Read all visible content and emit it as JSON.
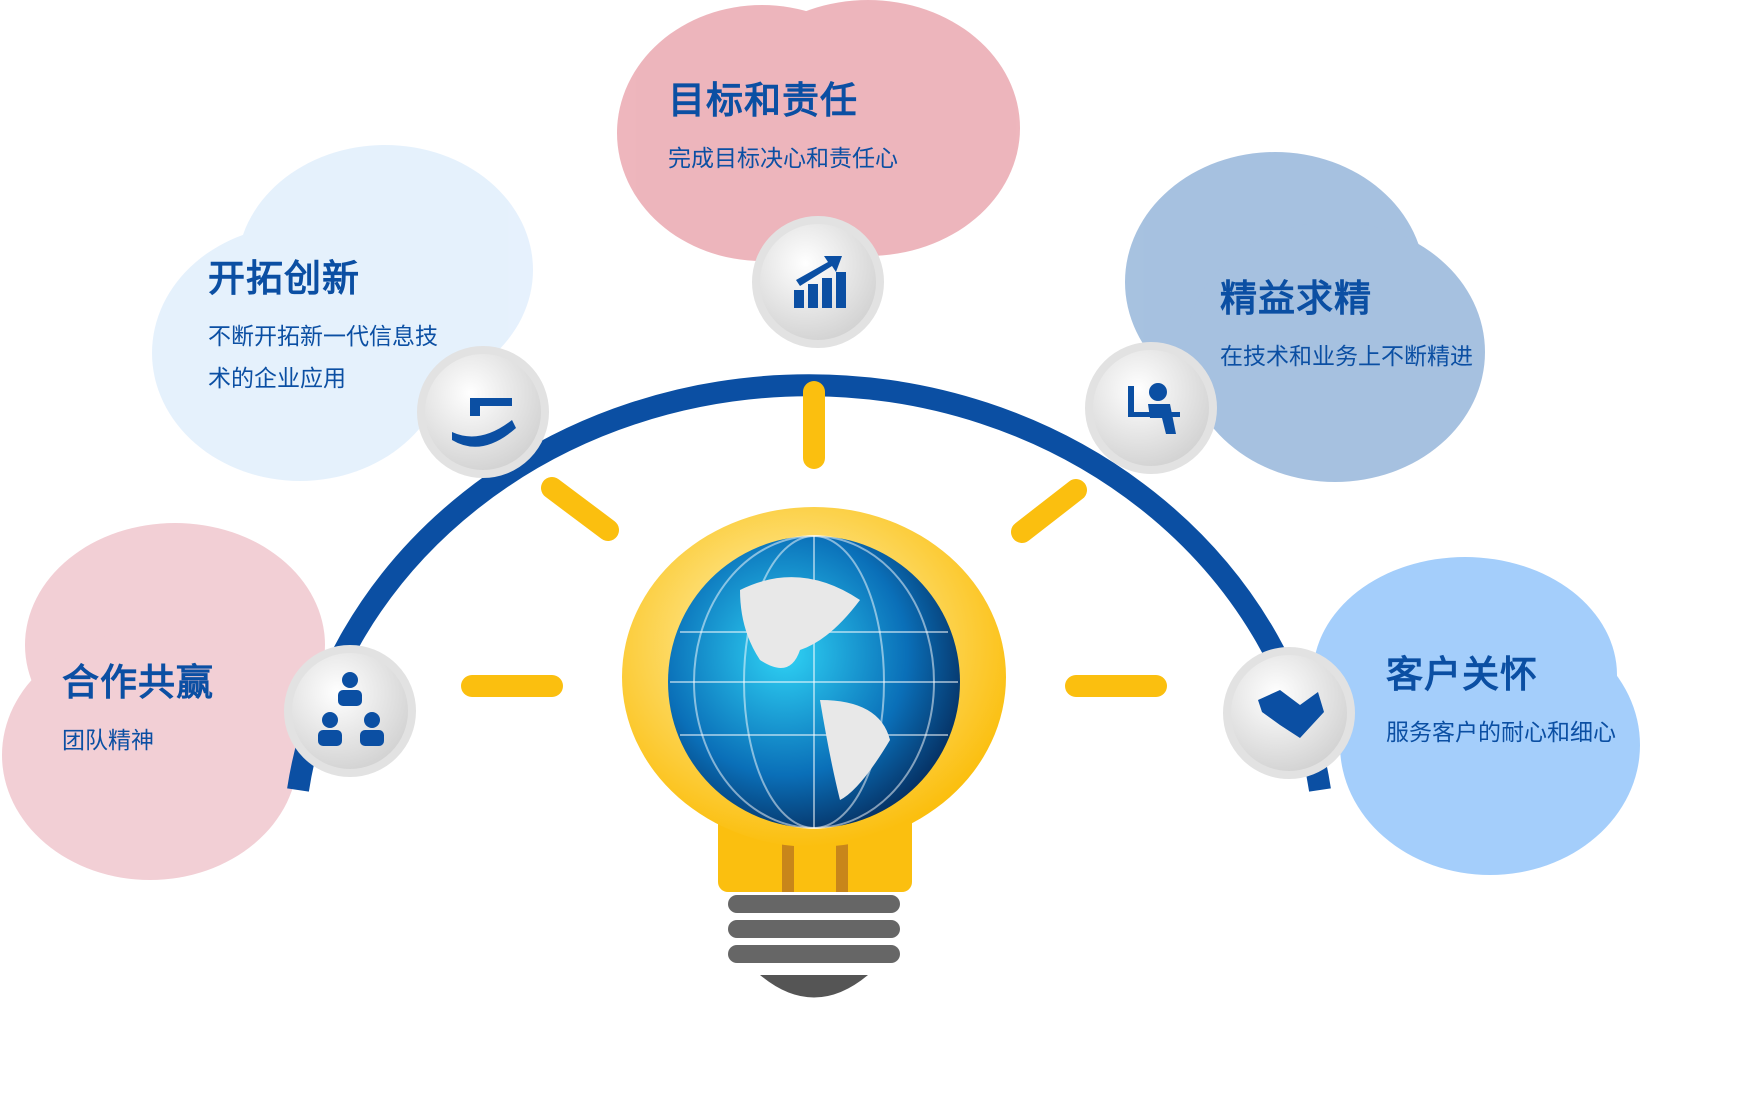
{
  "items": [
    {
      "title": "合作共赢",
      "desc": "团队精神",
      "icon": "team-icon"
    },
    {
      "title": "开拓创新",
      "desc": "不断开拓新一代信息技术的企业应用",
      "icon": "key-in-hand-icon"
    },
    {
      "title": "目标和责任",
      "desc": "完成目标决心和责任心",
      "icon": "growth-chart-icon"
    },
    {
      "title": "精益求精",
      "desc": "在技术和业务上不断精进",
      "icon": "person-at-desk-icon"
    },
    {
      "title": "客户关怀",
      "desc": "服务客户的耐心和细心",
      "icon": "handshake-icon"
    }
  ],
  "colors": {
    "arc": "#0b4fa3",
    "bulb": "#fbbf0f",
    "text": "#0b4fa3"
  }
}
